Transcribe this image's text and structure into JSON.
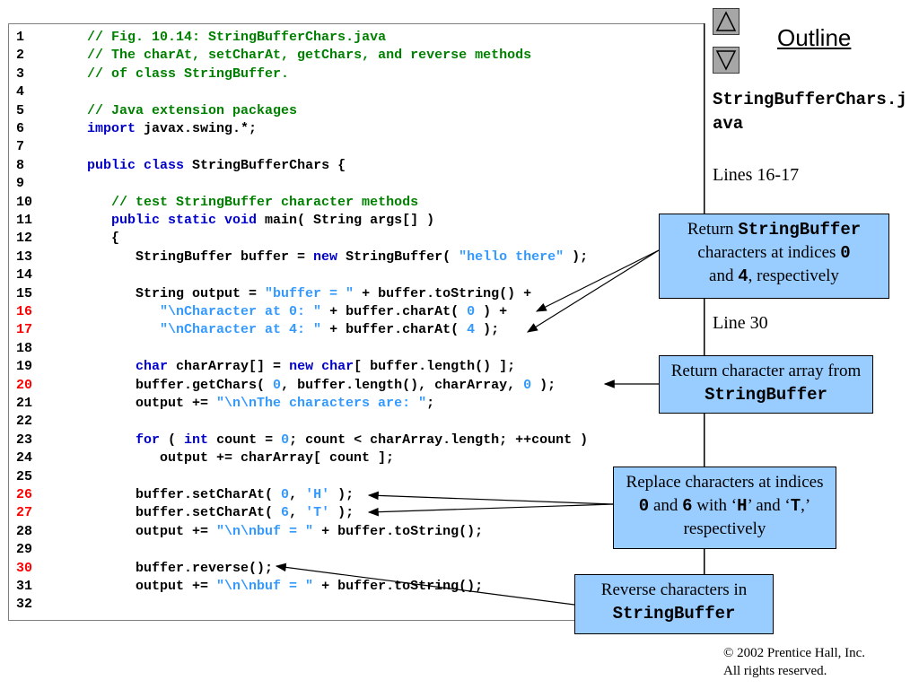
{
  "sidebar": {
    "outline_label": "Outline",
    "file_name": "StringBufferChars.java",
    "lines_16_17": "Lines 16-17",
    "line_30": "Line 30"
  },
  "nav": {
    "up_icon": "triangle-up-icon",
    "down_icon": "triangle-down-icon"
  },
  "callouts": {
    "c1": {
      "t1": "Return ",
      "m1": "StringBuffer",
      "t2": " characters at indices ",
      "m2": "0",
      "t3": " and ",
      "m3": "4",
      "t4": ", respectively"
    },
    "c2": {
      "t1": "Return character array from ",
      "m1": "StringBuffer"
    },
    "c3": {
      "t1": "Replace characters at indices ",
      "m1": "0",
      "t2": " and ",
      "m2": "6",
      "t3": " with ‘",
      "m3": "H",
      "t4": "’ and ‘",
      "m4": "T",
      "t5": ",’ respectively"
    },
    "c4": {
      "t1": "Reverse characters in ",
      "m1": "StringBuffer"
    }
  },
  "footer": {
    "line1": "© 2002 Prentice Hall, Inc.",
    "line2": "All rights reserved."
  },
  "colors": {
    "comment": "#008000",
    "keyword": "#0000cc",
    "string": "#3399ff",
    "highlight_line_number": "#ff0000",
    "callout_bg": "#99ccff"
  },
  "code": [
    {
      "n": "1",
      "hl": false,
      "parts": [
        [
          "   ",
          ""
        ],
        [
          "// Fig. 10.14: StringBufferChars.java",
          "cm"
        ]
      ]
    },
    {
      "n": "2",
      "hl": false,
      "parts": [
        [
          "   ",
          ""
        ],
        [
          "// The charAt, setCharAt, getChars, and reverse methods",
          "cm"
        ]
      ]
    },
    {
      "n": "3",
      "hl": false,
      "parts": [
        [
          "   ",
          ""
        ],
        [
          "// of class StringBuffer.",
          "cm"
        ]
      ]
    },
    {
      "n": "4",
      "hl": false,
      "parts": []
    },
    {
      "n": "5",
      "hl": false,
      "parts": [
        [
          "   ",
          ""
        ],
        [
          "// Java extension packages",
          "cm"
        ]
      ]
    },
    {
      "n": "6",
      "hl": false,
      "parts": [
        [
          "   ",
          ""
        ],
        [
          "import",
          "kw"
        ],
        [
          " javax.swing.*;",
          ""
        ]
      ]
    },
    {
      "n": "7",
      "hl": false,
      "parts": []
    },
    {
      "n": "8",
      "hl": false,
      "parts": [
        [
          "   ",
          ""
        ],
        [
          "public class",
          "kw"
        ],
        [
          " StringBufferChars {",
          ""
        ]
      ]
    },
    {
      "n": "9",
      "hl": false,
      "parts": []
    },
    {
      "n": "10",
      "hl": false,
      "parts": [
        [
          "      ",
          ""
        ],
        [
          "// test StringBuffer character methods",
          "cm"
        ]
      ]
    },
    {
      "n": "11",
      "hl": false,
      "parts": [
        [
          "      ",
          ""
        ],
        [
          "public static void",
          "kw"
        ],
        [
          " main( String args[] )",
          ""
        ]
      ]
    },
    {
      "n": "12",
      "hl": false,
      "parts": [
        [
          "      {",
          ""
        ]
      ]
    },
    {
      "n": "13",
      "hl": false,
      "parts": [
        [
          "         StringBuffer buffer = ",
          ""
        ],
        [
          "new",
          "kw"
        ],
        [
          " StringBuffer( ",
          ""
        ],
        [
          "\"hello there\"",
          "st"
        ],
        [
          " );",
          ""
        ]
      ]
    },
    {
      "n": "14",
      "hl": false,
      "parts": []
    },
    {
      "n": "15",
      "hl": false,
      "parts": [
        [
          "         String output = ",
          ""
        ],
        [
          "\"buffer = \"",
          "st"
        ],
        [
          " + buffer.toString() +",
          ""
        ]
      ]
    },
    {
      "n": "16",
      "hl": true,
      "parts": [
        [
          "            ",
          ""
        ],
        [
          "\"\\nCharacter at 0: \"",
          "st"
        ],
        [
          " + buffer.charAt( ",
          ""
        ],
        [
          "0",
          "st"
        ],
        [
          " ) +",
          ""
        ]
      ]
    },
    {
      "n": "17",
      "hl": true,
      "parts": [
        [
          "            ",
          ""
        ],
        [
          "\"\\nCharacter at 4: \"",
          "st"
        ],
        [
          " + buffer.charAt( ",
          ""
        ],
        [
          "4",
          "st"
        ],
        [
          " );",
          ""
        ]
      ]
    },
    {
      "n": "18",
      "hl": false,
      "parts": []
    },
    {
      "n": "19",
      "hl": false,
      "parts": [
        [
          "         ",
          ""
        ],
        [
          "char",
          "kw"
        ],
        [
          " charArray[] = ",
          ""
        ],
        [
          "new char",
          "kw"
        ],
        [
          "[ buffer.length() ];",
          ""
        ]
      ]
    },
    {
      "n": "20",
      "hl": true,
      "parts": [
        [
          "         buffer.getChars( ",
          ""
        ],
        [
          "0",
          "st"
        ],
        [
          ", buffer.length(), charArray, ",
          ""
        ],
        [
          "0",
          "st"
        ],
        [
          " );",
          ""
        ]
      ]
    },
    {
      "n": "21",
      "hl": false,
      "parts": [
        [
          "         output += ",
          ""
        ],
        [
          "\"\\n\\nThe characters are: \"",
          "st"
        ],
        [
          ";",
          ""
        ]
      ]
    },
    {
      "n": "22",
      "hl": false,
      "parts": []
    },
    {
      "n": "23",
      "hl": false,
      "parts": [
        [
          "         ",
          ""
        ],
        [
          "for",
          "kw"
        ],
        [
          " ( ",
          ""
        ],
        [
          "int",
          "kw"
        ],
        [
          " count = ",
          ""
        ],
        [
          "0",
          "st"
        ],
        [
          "; count < charArray.length; ++count )",
          ""
        ]
      ]
    },
    {
      "n": "24",
      "hl": false,
      "parts": [
        [
          "            output += charArray[ count ];",
          ""
        ]
      ]
    },
    {
      "n": "25",
      "hl": false,
      "parts": []
    },
    {
      "n": "26",
      "hl": true,
      "parts": [
        [
          "         buffer.setCharAt( ",
          ""
        ],
        [
          "0",
          "st"
        ],
        [
          ", ",
          ""
        ],
        [
          "'H'",
          "st"
        ],
        [
          " );",
          ""
        ]
      ]
    },
    {
      "n": "27",
      "hl": true,
      "parts": [
        [
          "         buffer.setCharAt( ",
          ""
        ],
        [
          "6",
          "st"
        ],
        [
          ", ",
          ""
        ],
        [
          "'T'",
          "st"
        ],
        [
          " );",
          ""
        ]
      ]
    },
    {
      "n": "28",
      "hl": false,
      "parts": [
        [
          "         output += ",
          ""
        ],
        [
          "\"\\n\\nbuf = \"",
          "st"
        ],
        [
          " + buffer.toString();",
          ""
        ]
      ]
    },
    {
      "n": "29",
      "hl": false,
      "parts": []
    },
    {
      "n": "30",
      "hl": true,
      "parts": [
        [
          "         buffer.reverse();",
          ""
        ]
      ]
    },
    {
      "n": "31",
      "hl": false,
      "parts": [
        [
          "         output += ",
          ""
        ],
        [
          "\"\\n\\nbuf = \"",
          "st"
        ],
        [
          " + buffer.toString();",
          ""
        ]
      ]
    },
    {
      "n": "32",
      "hl": false,
      "parts": []
    }
  ]
}
